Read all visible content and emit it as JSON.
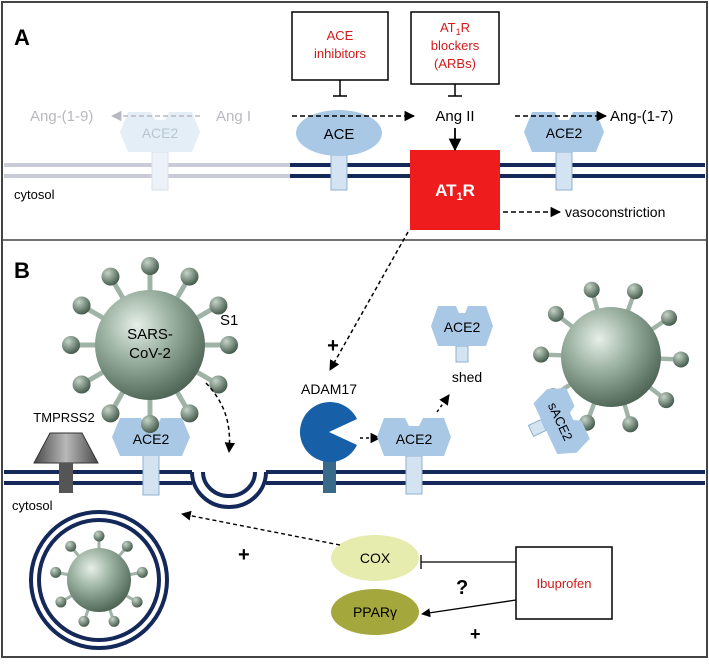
{
  "colors": {
    "membrane": "#14285a",
    "ace2_fill": "#a9c8e6",
    "ace2_faded": "#e4eef7",
    "at1r_red": "#ee1c1c",
    "drug_red": "#d11a1a",
    "adam17_blue": "#1760a8",
    "virus_green": "#7c9583",
    "cox_fill": "#e6ecad",
    "ppar_fill": "#a3a73c",
    "tmprss2_grey": "#6f6f6f"
  },
  "panel_a": {
    "label": "A",
    "ace_inhibitors_line1": "ACE",
    "ace_inhibitors_line2": "inhibitors",
    "arb_line1_main": "AT",
    "arb_line1_sub": "1",
    "arb_line1_end": "R",
    "arb_line2": "blockers",
    "arb_line3": "(ARBs)",
    "ang_1_9": "Ang-(1-9)",
    "ang_i": "Ang I",
    "ang_ii": "Ang II",
    "ang_1_7": "Ang-(1-7)",
    "ace2_faded": "ACE2",
    "ace": "ACE",
    "ace2": "ACE2",
    "cytosol": "cytosol",
    "at1r_main": "AT",
    "at1r_sub": "1",
    "at1r_end": "R",
    "vasoconstriction": "vasoconstriction"
  },
  "panel_b": {
    "label": "B",
    "virus_line1": "SARS-",
    "virus_line2": "CoV-2",
    "s1": "S1",
    "plus_top": "+",
    "ace2_shed": "ACE2",
    "shed": "shed",
    "adam17": "ADAM17",
    "tmprss2": "TMPRSS2",
    "ace2_receptor": "ACE2",
    "ace2_cleaved": "ACE2",
    "sace2": "sACE2",
    "cytosol": "cytosol",
    "plus_left": "+",
    "cox": "COX",
    "ppar": "PPARγ",
    "question": "?",
    "ibuprofen": "Ibuprofen",
    "plus_bottom": "+"
  }
}
